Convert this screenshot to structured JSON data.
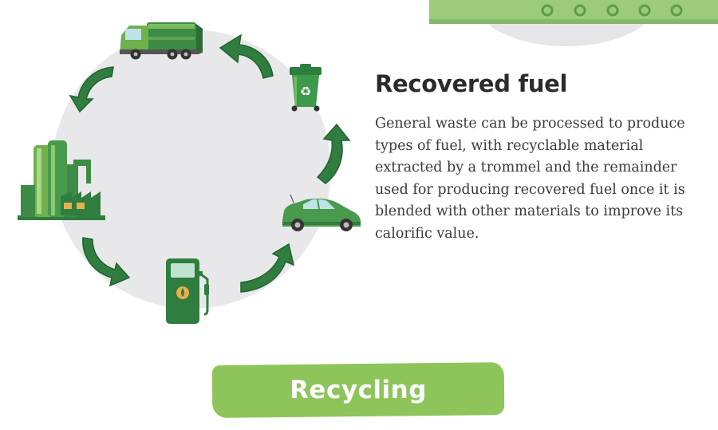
{
  "section": {
    "title": "Recovered fuel",
    "description": "General waste can be processed to produce types of fuel, with recyclable material extracted by a trommel and the remainder used for producing recovered fuel once it is blended with other materials to improve its calorific value."
  },
  "footer": {
    "label": "Recycling"
  },
  "cycle": {
    "stages": [
      {
        "icon": "garbage-truck-icon"
      },
      {
        "icon": "recycle-bin-icon"
      },
      {
        "icon": "car-icon"
      },
      {
        "icon": "fuel-pump-icon"
      },
      {
        "icon": "processing-plant-icon"
      }
    ]
  },
  "colors": {
    "dark_green": "#2e7a3e",
    "mid_green": "#4a9a4e",
    "light_green": "#8dc55a",
    "circle_gray": "#e8e8ea"
  }
}
